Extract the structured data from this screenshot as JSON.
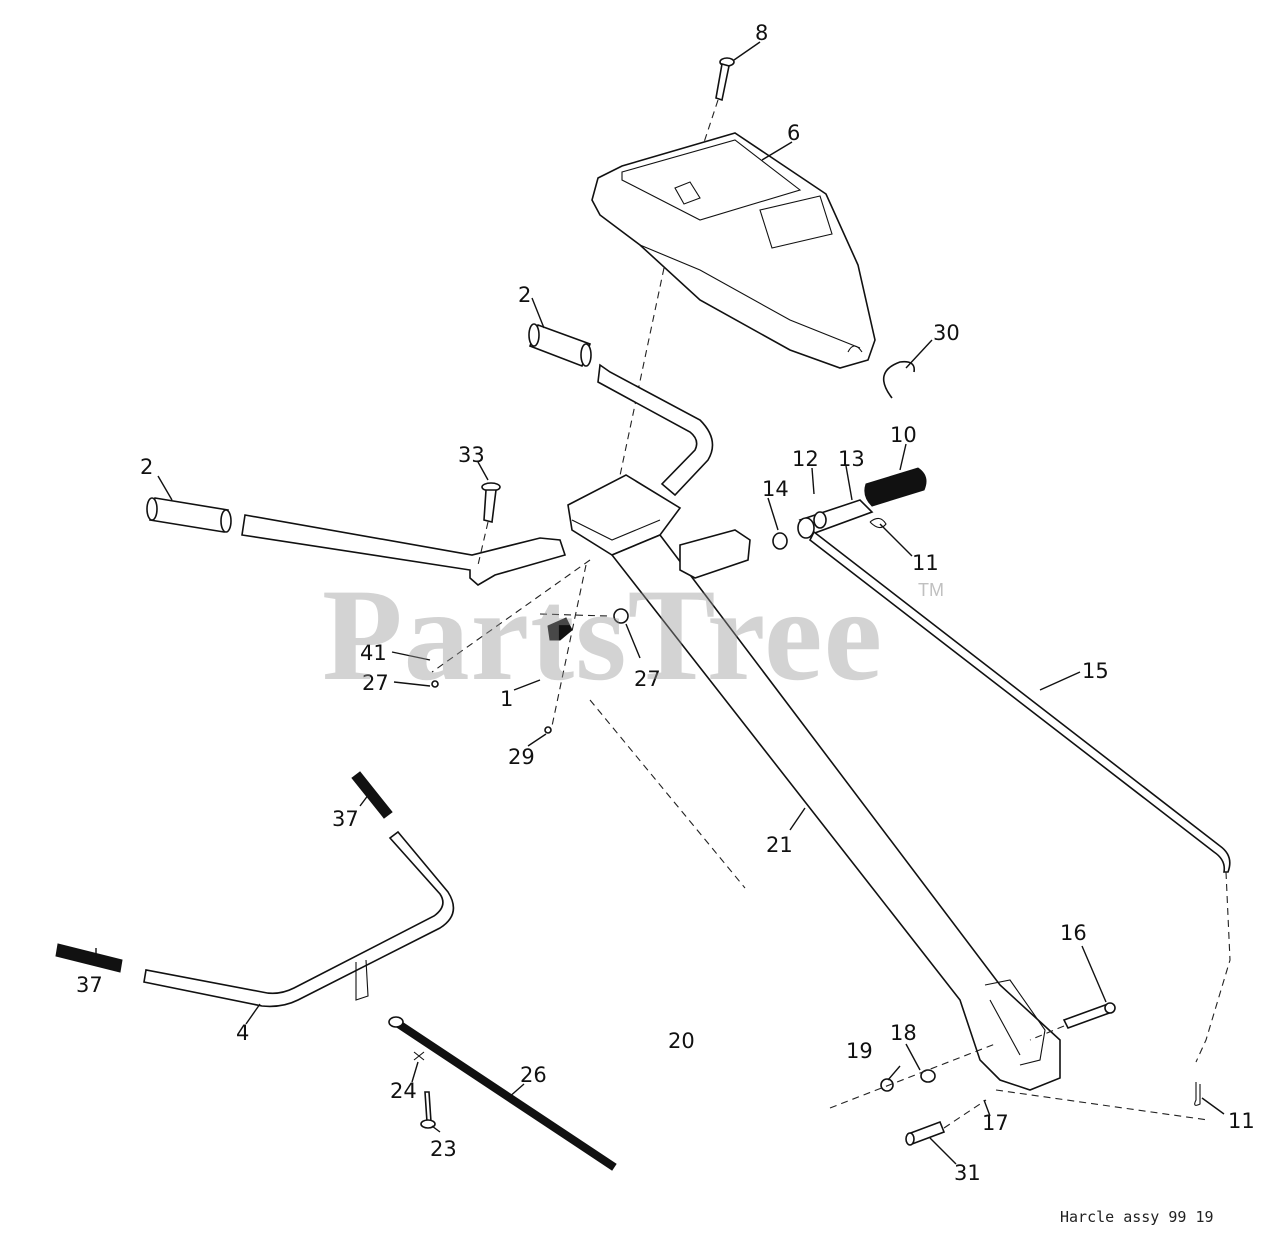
{
  "watermark": {
    "text": "PartsTree",
    "mark": "TM"
  },
  "caption": "Harcle assy 99 19",
  "callouts": {
    "c8": "8",
    "c6": "6",
    "c2a": "2",
    "c2b": "2",
    "c30": "30",
    "c33": "33",
    "c10": "10",
    "c12": "12",
    "c13": "13",
    "c14": "14",
    "c11a": "11",
    "c15": "15",
    "c41": "41",
    "c27a": "27",
    "c1": "1",
    "c27b": "27",
    "c29": "29",
    "c21": "21",
    "c37a": "37",
    "c37b": "37",
    "c16": "16",
    "c4": "4",
    "c20": "20",
    "c26": "26",
    "c19": "19",
    "c18": "18",
    "c24": "24",
    "c17": "17",
    "c11b": "11",
    "c23": "23",
    "c31": "31"
  }
}
